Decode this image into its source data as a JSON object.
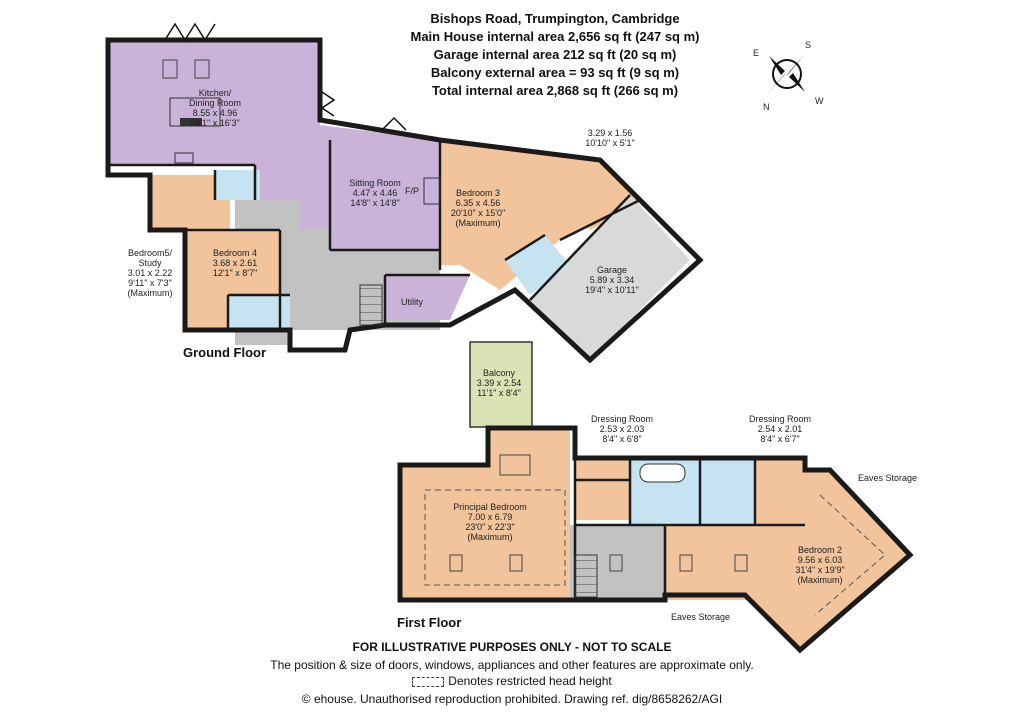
{
  "header": {
    "address": "Bishops Road, Trumpington, Cambridge",
    "main_house_area": "Main House internal area 2,656 sq ft (247 sq m)",
    "garage_area": "Garage internal area 212 sq ft (20 sq m)",
    "balcony_area": "Balcony external area = 93 sq ft (9 sq m)",
    "total_area": "Total internal area 2,868 sq ft (266 sq m)"
  },
  "compass": {
    "icon": "compass-rose-icon",
    "labels": {
      "east": "E",
      "south": "S",
      "north": "N",
      "west": "W"
    }
  },
  "colors": {
    "living": "#c9b3d8",
    "bedroom": "#f2c49b",
    "circulation": "#c2c2c2",
    "wet_room": "#c6e3f2",
    "garage": "#d9d9d9",
    "balcony": "#d9e3b3",
    "walls": "#1a1a1a"
  },
  "ground_floor": {
    "label": "Ground Floor",
    "rooms": {
      "kitchen": {
        "name": "Kitchen/",
        "name2": "Dining Room",
        "metric": "8.55 x 4.96",
        "imperial": "28'1\" x 16'3\""
      },
      "sitting": {
        "name": "Sitting Room",
        "metric": "4.47 x 4.46",
        "imperial": "14'8\" x 14'8\"",
        "fireplace": "F/P"
      },
      "bedroom3": {
        "name": "Bedroom 3",
        "metric": "6.35 x 4.56",
        "imperial": "20'10\" x 15'0\"",
        "note": "(Maximum)"
      },
      "bedroom3_annex": {
        "metric": "3.29 x 1.56",
        "imperial": "10'10\" x 5'1\""
      },
      "bedroom5": {
        "name": "Bedroom5/",
        "name2": "Study",
        "metric": "3.01 x 2.22",
        "imperial": "9'11\" x 7'3\"",
        "note": "(Maximum)"
      },
      "bedroom4": {
        "name": "Bedroom 4",
        "metric": "3.68 x 2.61",
        "imperial": "12'1\" x 8'7\""
      },
      "garage": {
        "name": "Garage",
        "metric": "5.89 x 3.34",
        "imperial": "19'4\" x 10'11\""
      },
      "utility": {
        "name": "Utility"
      }
    }
  },
  "first_floor": {
    "label": "First Floor",
    "rooms": {
      "balcony": {
        "name": "Balcony",
        "metric": "3.39 x 2.54",
        "imperial": "11'1\" x 8'4\""
      },
      "principal": {
        "name": "Principal Bedroom",
        "metric": "7.00 x 6.79",
        "imperial": "23'0\" x 22'3\"",
        "note": "(Maximum)"
      },
      "dressing1": {
        "name": "Dressing Room",
        "metric": "2.53 x 2.03",
        "imperial": "8'4\" x 6'8\""
      },
      "dressing2": {
        "name": "Dressing Room",
        "metric": "2.54 x 2.01",
        "imperial": "8'4\" x 6'7\""
      },
      "bedroom2": {
        "name": "Bedroom 2",
        "metric": "9.56 x 6.03",
        "imperial": "31'4\" x 19'9\"",
        "note": "(Maximum)"
      },
      "eaves1": {
        "name": "Eaves Storage"
      },
      "eaves2": {
        "name": "Eaves Storage"
      }
    }
  },
  "footer": {
    "disclaimer": "FOR ILLUSTRATIVE PURPOSES ONLY - NOT TO SCALE",
    "note": "The position & size of doors, windows, appliances and other features are approximate only.",
    "legend": "Denotes restricted head height",
    "copyright": "© ehouse. Unauthorised reproduction prohibited. Drawing ref. dig/8658262/AGI"
  }
}
